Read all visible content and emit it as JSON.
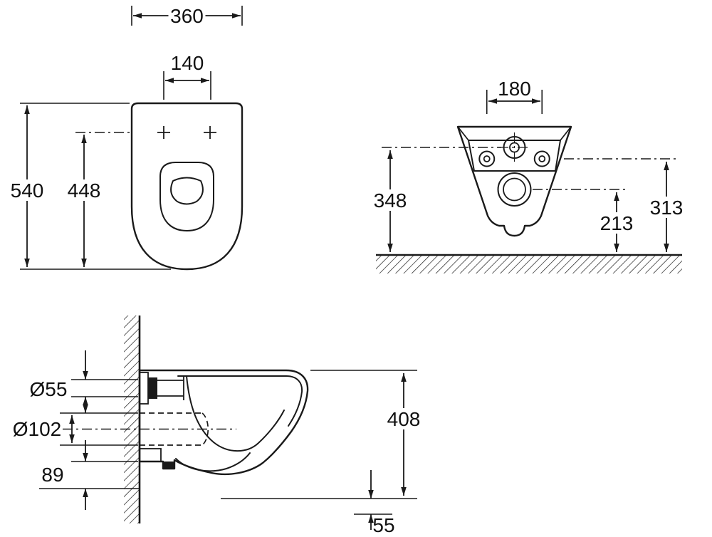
{
  "page": {
    "background": "#ffffff",
    "line_color": "#1a1a1a"
  },
  "views": {
    "plan": {
      "dims": {
        "overall_width": "360",
        "hole_spacing": "140",
        "overall_depth": "540",
        "front_to_holes": "448"
      }
    },
    "rear": {
      "dims": {
        "bolt_spacing": "180",
        "inlet_height": "348",
        "outlet_height": "213",
        "bolt_height": "313"
      }
    },
    "side": {
      "dims": {
        "inlet_diameter": "Ø55",
        "outlet_diameter": "Ø102",
        "bottom_height": "89",
        "overall_height": "408",
        "floor_clearance": "55"
      }
    }
  }
}
